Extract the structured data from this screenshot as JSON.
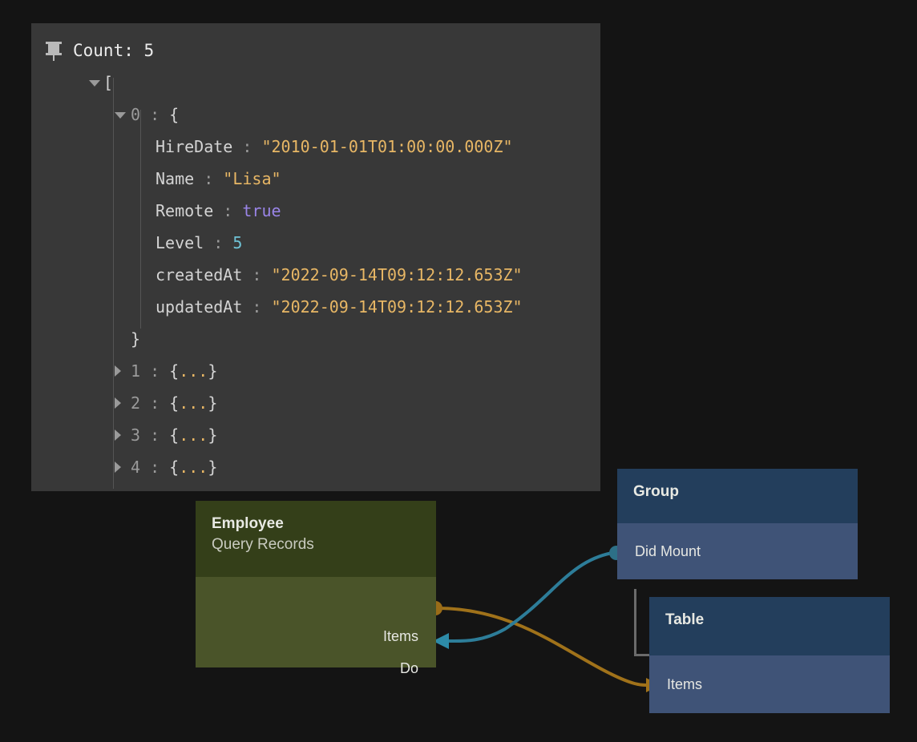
{
  "background_color": "#141414",
  "debug_panel": {
    "panel_color": "#383838",
    "pin_icon": "pin-icon",
    "count_label": "Count: 5",
    "tree": [
      {
        "indent": 1,
        "twisty": "open",
        "text": "["
      },
      {
        "indent": 2,
        "twisty": "open",
        "index": "0",
        "sep": " : ",
        "text": "{"
      },
      {
        "indent": 3,
        "key": "HireDate",
        "sep": " : ",
        "value": "\"2010-01-01T01:00:00.000Z\"",
        "value_type": "string"
      },
      {
        "indent": 3,
        "key": "Name",
        "sep": " : ",
        "value": "\"Lisa\"",
        "value_type": "string"
      },
      {
        "indent": 3,
        "key": "Remote",
        "sep": " : ",
        "value": "true",
        "value_type": "boolean"
      },
      {
        "indent": 3,
        "key": "Level",
        "sep": " : ",
        "value": "5",
        "value_type": "number"
      },
      {
        "indent": 3,
        "key": "createdAt",
        "sep": " : ",
        "value": "\"2022-09-14T09:12:12.653Z\"",
        "value_type": "string"
      },
      {
        "indent": 3,
        "key": "updatedAt",
        "sep": " : ",
        "value": "\"2022-09-14T09:12:12.653Z\"",
        "value_type": "string"
      },
      {
        "indent": 2,
        "text": "}"
      },
      {
        "indent": 2,
        "twisty": "closed",
        "index": "1",
        "sep": " : ",
        "collapsed": "{...}"
      },
      {
        "indent": 2,
        "twisty": "closed",
        "index": "2",
        "sep": " : ",
        "collapsed": "{...}"
      },
      {
        "indent": 2,
        "twisty": "closed",
        "index": "3",
        "sep": " : ",
        "collapsed": "{...}"
      },
      {
        "indent": 2,
        "twisty": "closed",
        "index": "4",
        "sep": " : ",
        "collapsed": "{...}"
      },
      {
        "indent": 1,
        "text": "]"
      }
    ],
    "syntax_colors": {
      "key": "#d4d4d4",
      "string": "#e8b765",
      "boolean": "#9a85e8",
      "number": "#6fc3d6",
      "punctuation": "#9a9a9a"
    }
  },
  "nodes": {
    "employee": {
      "title": "Employee",
      "subtitle": "Query Records",
      "header_color": "#343f19",
      "body_color": "#4a5429",
      "ports": [
        {
          "label": "Items",
          "side": "right",
          "dot_color": "#9a6c18"
        },
        {
          "label": "Do",
          "side": "right",
          "dot_color": "#2d7087"
        }
      ]
    },
    "group": {
      "title": "Group",
      "header_color": "#233e5c",
      "body_color": "#3f5377",
      "ports": [
        {
          "label": "Did Mount",
          "side": "left",
          "dot_color": "#2d7087"
        }
      ]
    },
    "table": {
      "title": "Table",
      "header_color": "#233e5c",
      "body_color": "#3f5377",
      "ports": [
        {
          "label": "Items",
          "side": "left",
          "arrow_color": "#9a6c18"
        }
      ]
    }
  },
  "wires": [
    {
      "name": "employee-items-to-table-items",
      "color": "#a0721a",
      "from": "Employee.Items",
      "to": "Table.Items"
    },
    {
      "name": "group-didmount-to-employee-do",
      "color": "#2d7d99",
      "from": "Group.Did Mount",
      "to": "Employee.Do"
    }
  ]
}
